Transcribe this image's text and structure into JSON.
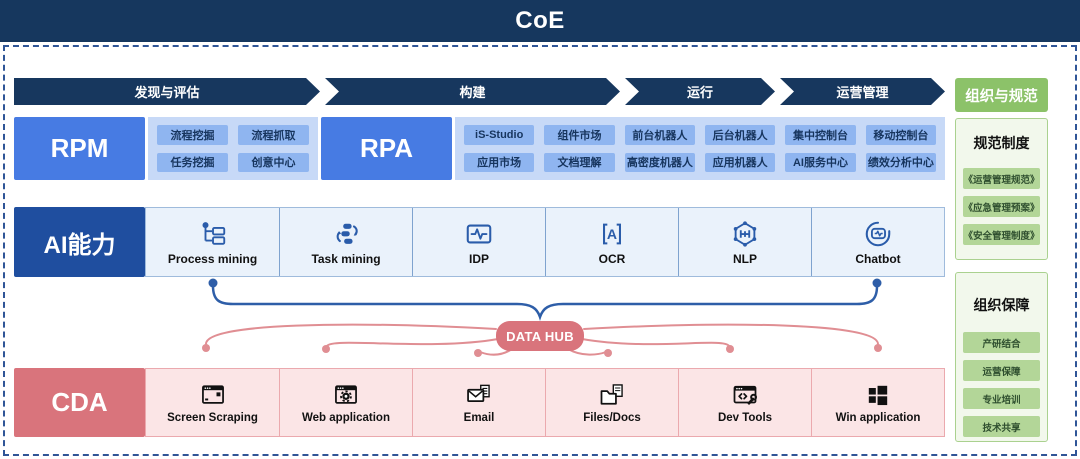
{
  "header": {
    "title": "CoE"
  },
  "pipeline": {
    "stages": [
      {
        "label": "发现与评估"
      },
      {
        "label": "构建"
      },
      {
        "label": "运行"
      },
      {
        "label": "运营管理"
      }
    ]
  },
  "rpm": {
    "label": "RPM",
    "chips": [
      "流程挖掘",
      "流程抓取",
      "任务挖掘",
      "创意中心"
    ]
  },
  "rpa": {
    "label": "RPA",
    "chips": [
      "iS-Studio",
      "组件市场",
      "前台机器人",
      "后台机器人",
      "集中控制台",
      "移动控制台",
      "应用市场",
      "文档理解",
      "高密度机器人",
      "应用机器人",
      "AI服务中心",
      "绩效分析中心"
    ]
  },
  "ai": {
    "label": "AI能力",
    "items": [
      {
        "label": "Process mining",
        "icon": "process-mining-icon"
      },
      {
        "label": "Task mining",
        "icon": "task-mining-icon"
      },
      {
        "label": "IDP",
        "icon": "idp-monitor-icon"
      },
      {
        "label": "OCR",
        "icon": "ocr-brackets-icon"
      },
      {
        "label": "NLP",
        "icon": "nlp-network-icon"
      },
      {
        "label": "Chatbot",
        "icon": "chatbot-icon"
      }
    ]
  },
  "data_hub": {
    "label": "DATA HUB"
  },
  "cda": {
    "label": "CDA",
    "items": [
      {
        "label": "Screen Scraping",
        "icon": "screen-scraping-icon"
      },
      {
        "label": "Web application",
        "icon": "web-application-icon"
      },
      {
        "label": "Email",
        "icon": "email-icon"
      },
      {
        "label": "Files/Docs",
        "icon": "files-docs-icon"
      },
      {
        "label": "Dev Tools",
        "icon": "dev-tools-icon"
      },
      {
        "label": "Win application",
        "icon": "win-application-icon"
      }
    ]
  },
  "right_panel": {
    "header": "组织与规范",
    "sections": [
      {
        "title": "规范制度",
        "chips": [
          "《运营管理规范》",
          "《应急管理预案》",
          "《安全管理制度》"
        ]
      },
      {
        "title": "组织保障",
        "chips": [
          "产研结合",
          "运营保障",
          "专业培训",
          "技术共享"
        ]
      }
    ]
  },
  "colors": {
    "navy": "#16375E",
    "blue": "#477BE3",
    "dark_blue": "#1F4E9F",
    "chip_panel_blue": "#C7D9F7",
    "chip_blue": "#8FB5F0",
    "cell_blue": "#EAF2FB",
    "pink": "#D9747C",
    "cell_pink": "#FBE5E6",
    "connector_pink": "#E08E93",
    "connector_blue": "#2E5EA8",
    "green": "#8CC269",
    "panel_green": "#F2F8EC",
    "chip_green": "#B3D698"
  }
}
